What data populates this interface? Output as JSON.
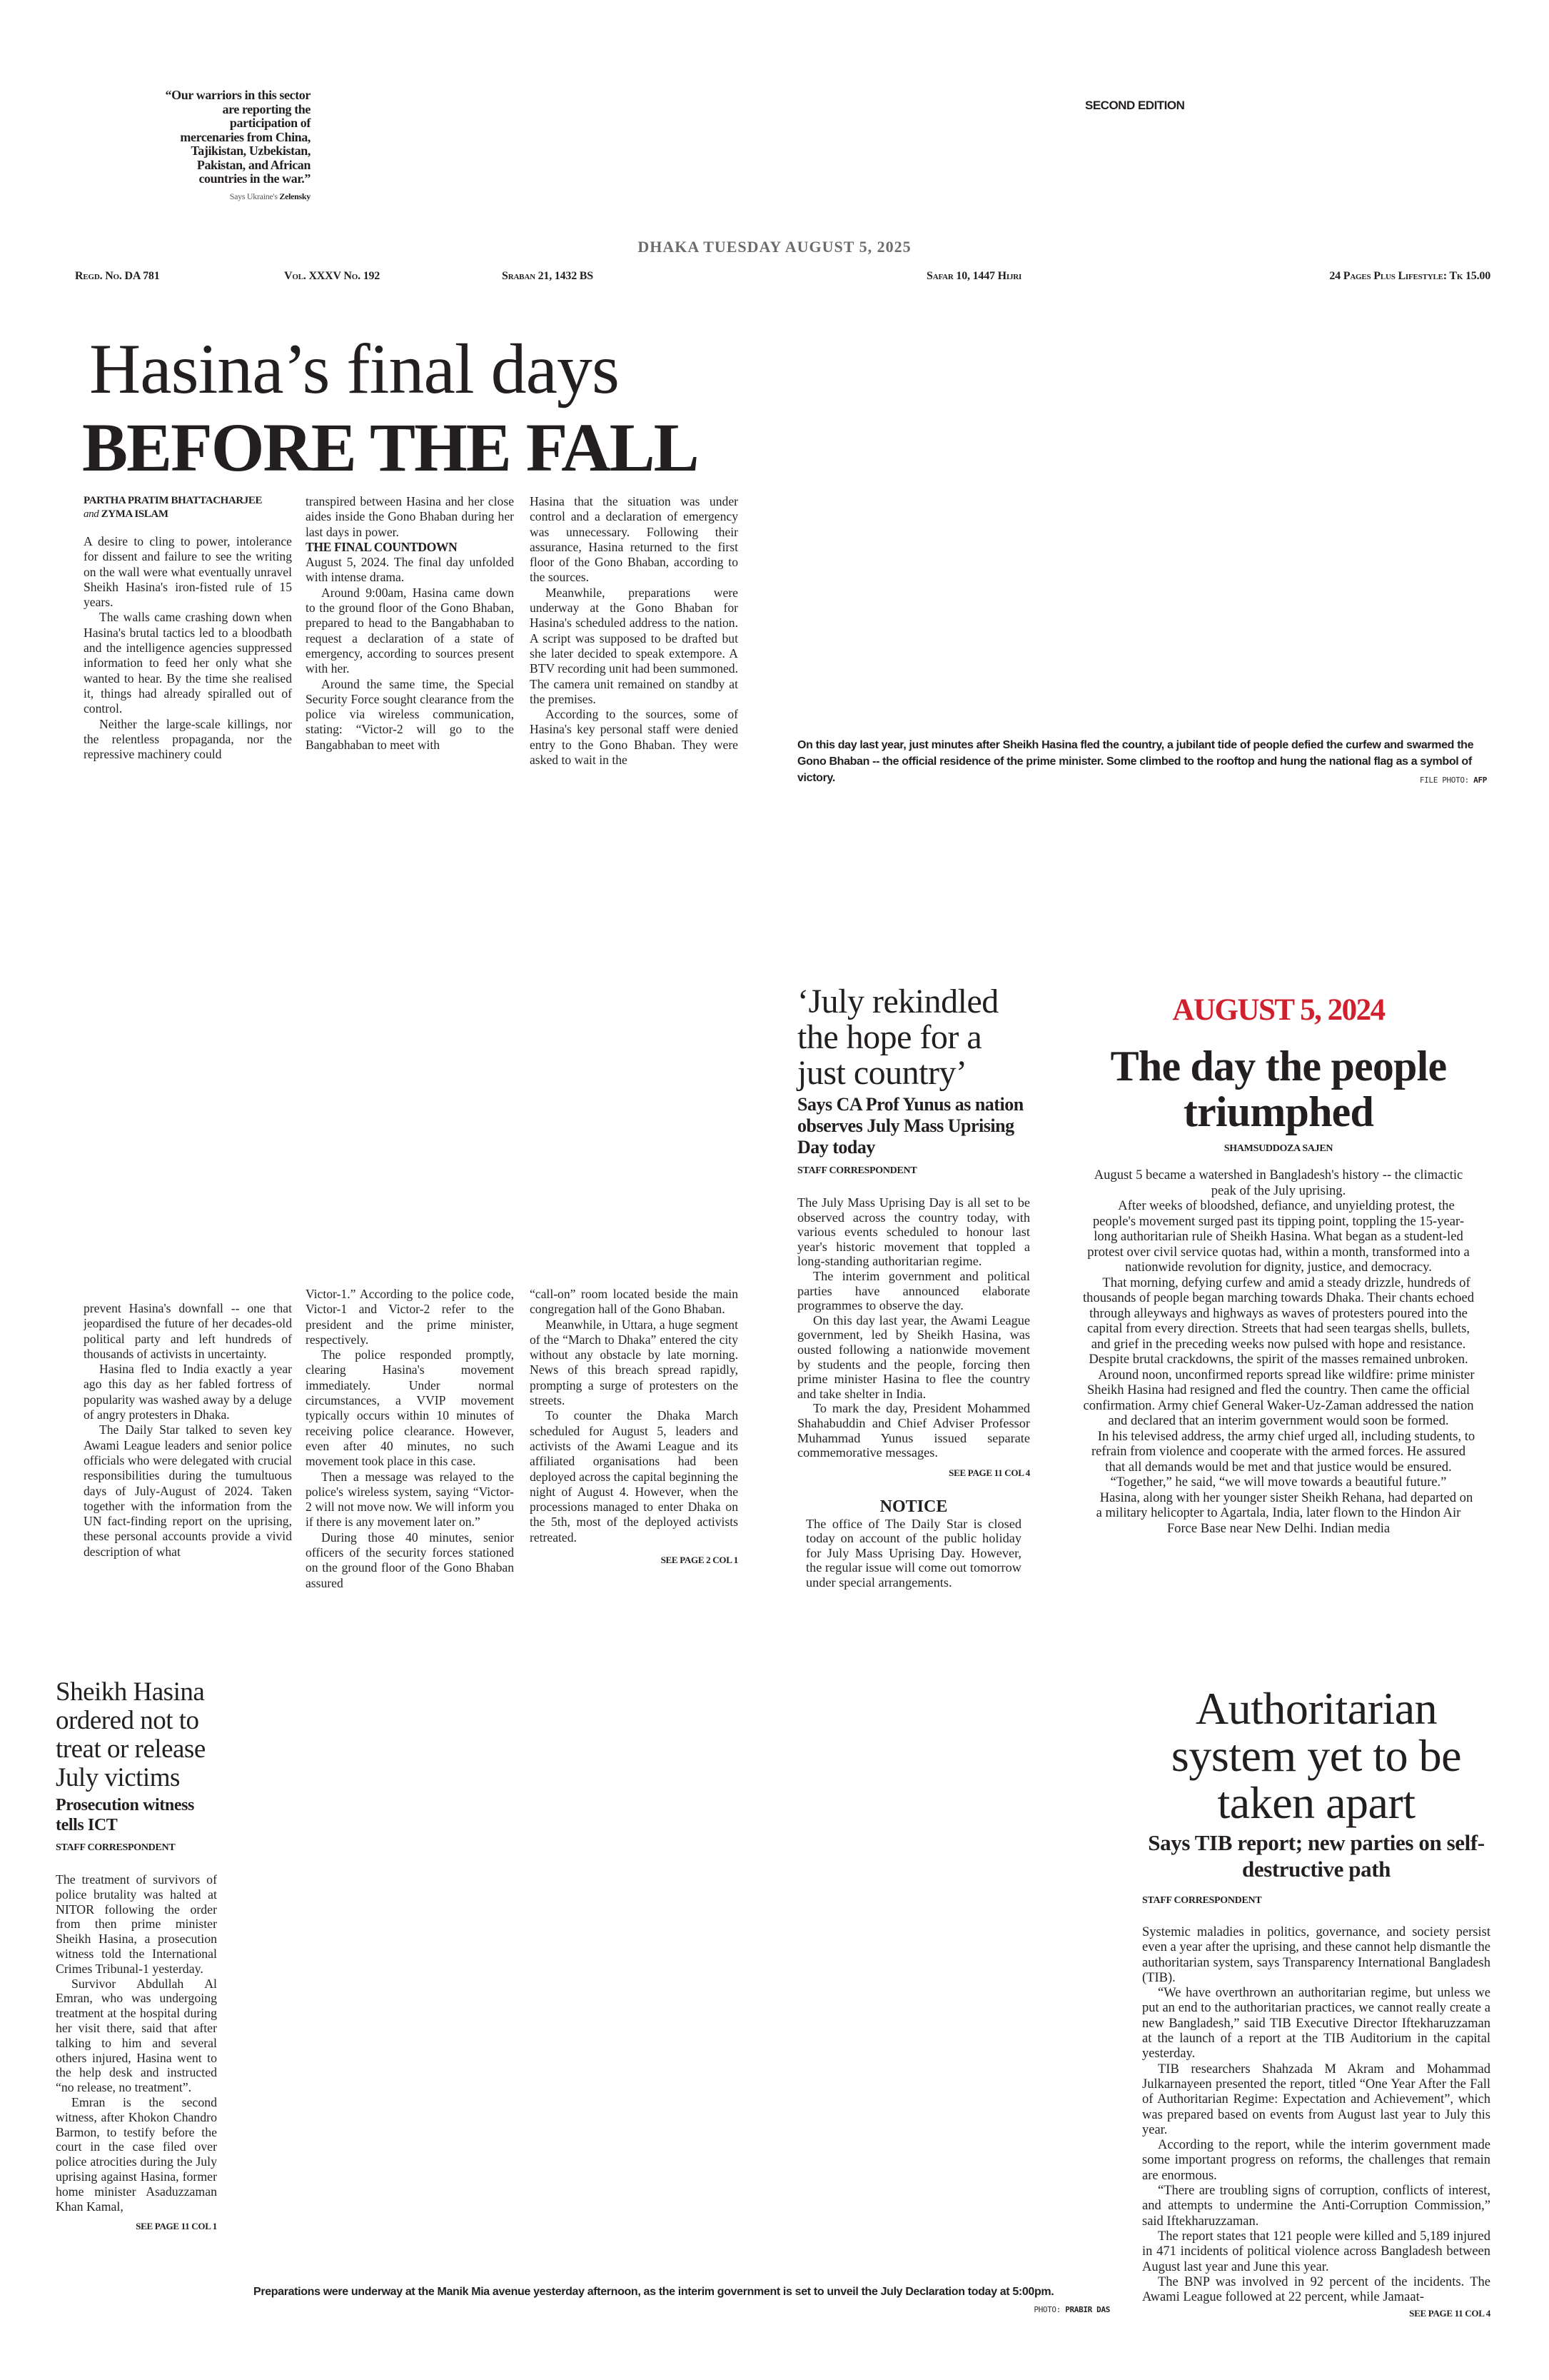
{
  "masthead": {
    "quote": "“Our warriors in this sector are reporting the participation of mercenaries from China, Tajikistan, Uzbekistan, Pakistan, and African countries in the war.”",
    "quote_attr_prefix": "Says Ukraine's",
    "quote_attr_name": "Zelensky",
    "edition": "SECOND EDITION",
    "dateline": "DHAKA TUESDAY AUGUST 5, 2025",
    "regd": "Regd. No. DA 781",
    "volume": "Vol. XXXV No. 192",
    "bangla_date": "Sraban 21, 1432 BS",
    "hijri_date": "Safar 10, 1447 Hijri",
    "pages_price": "24 Pages Plus Lifestyle: Tk 15.00"
  },
  "lead": {
    "headline_1": "Hasina’s final days",
    "headline_2": "BEFORE THE FALL",
    "byline_1": "PARTHA PRATIM BHATTACHARJEE",
    "byline_and": "and",
    "byline_2": "ZYMA ISLAM",
    "subhead": "THE FINAL COUNTDOWN",
    "col1_top": [
      "A desire to cling to power, intolerance for dissent and failure to see the writing on the wall were what eventually unravel Sheikh Hasina's iron-fisted rule of 15 years.",
      "The walls came crashing down when Hasina's brutal tactics led to a bloodbath and the intelligence agencies suppressed information to feed her only what she wanted to hear. By the time she realised it, things had already spiralled out of control.",
      "Neither the large-scale killings, nor the relentless propaganda, nor the repressive machinery could"
    ],
    "col2_top_a": "transpired between Hasina and her close aides inside the Gono Bhaban during her last days in power.",
    "col2_top_b": [
      "August 5, 2024. The final day unfolded with intense drama.",
      "Around 9:00am, Hasina came down to the ground floor of the Gono Bhaban, prepared to head to the Bangabhaban to request a declaration of a state of emergency, according to sources present with her.",
      "Around the same time, the Special Security Force sought clearance from the police via wireless communication, stating: “Victor-2 will go to the Bangabhaban to meet with"
    ],
    "col3_top": [
      "Hasina that the situation was under control and a declaration of emergency was unnecessary. Following their assurance, Hasina returned to the first floor of the Gono Bhaban, according to the sources.",
      "Meanwhile, preparations were underway at the Gono Bhaban for Hasina's scheduled address to the nation. A script was supposed to be drafted but she later decided to speak extempore. A BTV recording unit had been summoned. The camera unit remained on standby at the premises.",
      "According to the sources, some of Hasina's key personal staff were denied entry to the Gono Bhaban. They were asked to wait in the"
    ],
    "col1_bottom": [
      "prevent Hasina's downfall -- one that jeopardised the future of her decades-old political party and left hundreds of thousands of activists in uncertainty.",
      "Hasina fled to India exactly a year ago this day as her fabled fortress of popularity was washed away by a deluge of angry protesters in Dhaka.",
      "The Daily Star talked to seven key Awami League leaders and senior police officials who were delegated with crucial responsibilities during the tumultuous days of July-August of 2024. Taken together with the information from the UN fact-finding report on the uprising, these personal accounts provide a vivid description of what"
    ],
    "col2_bottom": [
      "Victor-1.” According to the police code, Victor-1 and Victor-2 refer to the president and the prime minister, respectively.",
      "The police responded promptly, clearing Hasina's movement immediately. Under normal circumstances, a VVIP movement typically occurs within 10 minutes of receiving police clearance. However, even after 40 minutes, no such movement took place in this case.",
      "Then a message was relayed to the police's wireless system, saying “Victor-2 will not move now. We will inform you if there is any movement later on.”",
      "During those 40 minutes, senior officers of the security forces stationed on the ground floor of the Gono Bhaban assured"
    ],
    "col3_bottom": [
      "“call-on” room located beside the main congregation hall of the Gono Bhaban.",
      "Meanwhile, in Uttara, a huge segment of the “March to Dhaka” entered the city without any obstacle by late morning. News of this breach spread rapidly, prompting a surge of protesters on the streets.",
      "To counter the Dhaka March scheduled for August 5, leaders and activists of the Awami League and its affiliated organisations had been deployed across the capital beginning the night of August 4. However, when the processions managed to enter Dhaka on the 5th, most of the deployed activists retreated."
    ],
    "jump": "SEE PAGE 2 COL 1"
  },
  "photo_top": {
    "caption": "On this day last year, just minutes after Sheikh Hasina fled the country, a jubilant tide of people defied the curfew and swarmed the Gono Bhaban -- the official residence of the prime minister. Some climbed to the rooftop and hung the national flag as a symbol of victory.",
    "credit_label": "FILE PHOTO:",
    "credit_name": "AFP"
  },
  "july": {
    "headline": "‘July rekindled the hope for a just country’",
    "subhead": "Says CA Prof Yunus as nation observes July Mass Uprising Day today",
    "byline": "STAFF CORRESPONDENT",
    "paragraphs": [
      "The July Mass Uprising Day is all set to be observed across the country today, with various events scheduled to honour last year's historic movement that toppled a long-standing authoritarian regime.",
      "The interim government and political parties have announced elaborate programmes to observe the day.",
      "On this day last year, the Awami League government, led by Sheikh Hasina, was ousted following a nationwide movement by students and the people, forcing then prime minister Hasina to flee the country and take shelter in India.",
      "To mark the day, President Mohammed Shahabuddin and Chief Adviser Professor Muhammad Yunus issued separate commemorative messages."
    ],
    "jump": "SEE PAGE 11 COL 4"
  },
  "notice": {
    "title": "NOTICE",
    "text": "The office of The Daily Star is closed today on account of the public holiday for July Mass Uprising Day. However, the regular issue will come out tomorrow under special arrangements."
  },
  "aug5": {
    "kicker": "AUGUST 5, 2024",
    "headline": "The day the people triumphed",
    "byline": "SHAMSUDDOZA SAJEN",
    "paragraphs": [
      "August 5 became a watershed in Bangladesh's history -- the climactic peak of the July uprising.",
      "After weeks of bloodshed, defiance, and unyielding protest, the people's movement surged past its tipping point, toppling the 15-year-long authoritarian rule of Sheikh Hasina. What began as a student-led protest over civil service quotas had, within a month, transformed into a nationwide revolution for dignity, justice, and democracy.",
      "That morning, defying curfew and amid a steady drizzle, hundreds of thousands of people began marching towards Dhaka. Their chants echoed through alleyways and highways as waves of protesters poured into the capital from every direction. Streets that had seen teargas shells, bullets, and grief in the preceding weeks now pulsed with hope and resistance. Despite brutal crackdowns, the spirit of the masses remained unbroken.",
      "Around noon, unconfirmed reports spread like wildfire: prime minister Sheikh Hasina had resigned and fled the country. Then came the official confirmation. Army chief General Waker-Uz-Zaman addressed the nation and declared that an interim government would soon be formed.",
      "In his televised address, the army chief urged all, including students, to refrain from violence and cooperate with the armed forces. He assured that all demands would be met and that justice would be ensured. “Together,” he said, “we will move towards a beautiful future.”",
      "Hasina, along with her younger sister Sheikh Rehana, had departed on a military helicopter to Agartala, India, later flown to the Hindon Air Force Base near New Delhi. Indian media"
    ]
  },
  "ict": {
    "headline": "Sheikh Hasina ordered not to treat or release July victims",
    "subhead": "Prosecution witness tells ICT",
    "byline": "STAFF CORRESPONDENT",
    "paragraphs": [
      "The treatment of survivors of police brutality was halted at NITOR following the order from then prime minister Sheikh Hasina, a prosecution witness told the International Crimes Tribunal-1 yesterday.",
      "Survivor Abdullah Al Emran, who was undergoing treatment at the hospital during her visit there, said that after talking to him and several others injured, Hasina went to the help desk and instructed “no release, no treatment”.",
      "Emran is the second witness, after Khokon Chandro Barmon, to testify before the court in the case filed over police atrocities during the July uprising against Hasina, former home minister Asaduzzaman Khan Kamal,"
    ],
    "jump": "SEE PAGE 11 COL 1"
  },
  "photo_bottom": {
    "caption": "Preparations were underway at the Manik Mia avenue yesterday afternoon, as the interim government is set to unveil the July Declaration today at 5:00pm.",
    "credit_label": "PHOTO:",
    "credit_name": "PRABIR DAS"
  },
  "tib": {
    "headline": "Authoritarian system yet to be taken apart",
    "subhead": "Says TIB report; new parties on self-destructive path",
    "byline": "STAFF CORRESPONDENT",
    "paragraphs": [
      "Systemic maladies in politics, governance, and society persist even a year after the uprising, and these cannot help dismantle the authoritarian system, says Transparency International Bangladesh (TIB).",
      "“We have overthrown an authoritarian regime, but unless we put an end to the authoritarian practices, we cannot really create a new Bangladesh,” said TIB Executive Director Iftekharuzzaman at the launch of a report at the TIB Auditorium in the capital yesterday.",
      "TIB researchers Shahzada M Akram and Mohammad Julkarnayeen presented the report, titled “One Year After the Fall of Authoritarian Regime: Expectation and Achievement”, which was prepared based on events from August last year to July this year.",
      "According to the report, while the interim government made some important progress on reforms, the challenges that remain are enormous.",
      "“There are troubling signs of corruption, conflicts of interest, and attempts to undermine the Anti-Corruption Commission,” said Iftekharuzzaman.",
      "The report states that 121 people were killed and 5,189 injured in 471 incidents of political violence across Bangladesh between August last year and June this year.",
      "The BNP was involved in 92 percent of the incidents. The Awami League followed at 22 percent, while Jamaat-"
    ],
    "jump": "SEE PAGE 11 COL 4"
  },
  "colors": {
    "text": "#231f20",
    "kicker_red": "#d0202e",
    "dateline_gray": "#6b6b6b"
  }
}
